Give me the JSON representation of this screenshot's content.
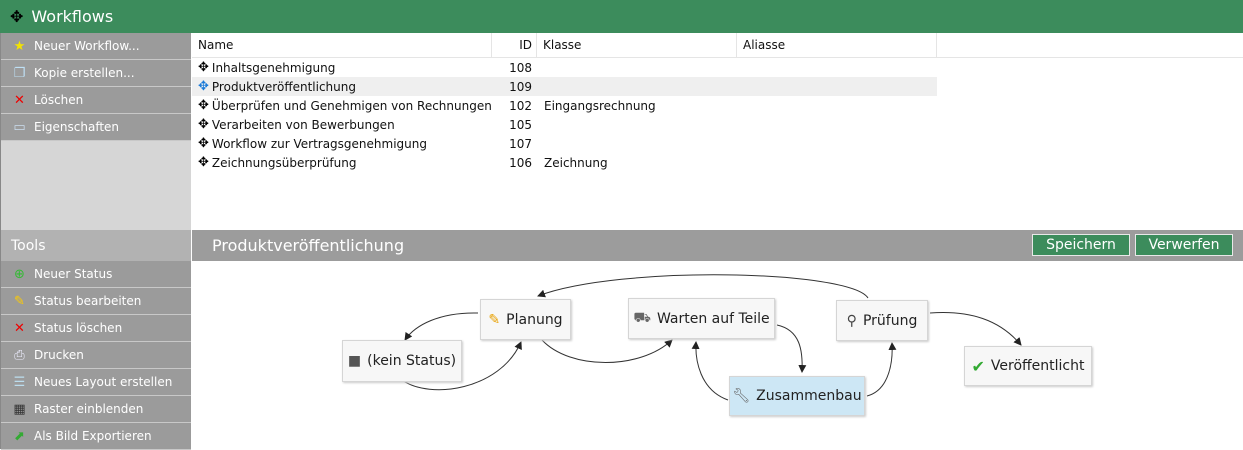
{
  "header": {
    "title": "Workflows"
  },
  "actions": [
    {
      "label": "Neuer Workflow...",
      "icon": "star-icon"
    },
    {
      "label": "Kopie erstellen...",
      "icon": "copy-icon"
    },
    {
      "label": "Löschen",
      "icon": "delete-icon"
    },
    {
      "label": "Eigenschaften",
      "icon": "properties-icon"
    }
  ],
  "list": {
    "columns": [
      "Name",
      "ID",
      "Klasse",
      "Aliasse"
    ],
    "rows": [
      {
        "name": "Inhaltsgenehmigung",
        "id": "108",
        "klasse": ""
      },
      {
        "name": "Produktveröffentlichung",
        "id": "109",
        "klasse": ""
      },
      {
        "name": "Überprüfen und Genehmigen von Rechnungen",
        "id": "102",
        "klasse": "Eingangsrechnung"
      },
      {
        "name": "Verarbeiten von Bewerbungen",
        "id": "105",
        "klasse": ""
      },
      {
        "name": "Workflow zur Vertragsgenehmigung",
        "id": "107",
        "klasse": ""
      },
      {
        "name": "Zeichnungsüberprüfung",
        "id": "106",
        "klasse": "Zeichnung"
      }
    ]
  },
  "tools": {
    "title": "Tools",
    "items": [
      {
        "label": "Neuer Status"
      },
      {
        "label": "Status bearbeiten"
      },
      {
        "label": "Status löschen"
      },
      {
        "label": "Drucken"
      },
      {
        "label": "Neues Layout erstellen"
      },
      {
        "label": "Raster einblenden"
      },
      {
        "label": "Als Bild Exportieren"
      }
    ]
  },
  "editor": {
    "title": "Produktveröffentlichung",
    "save": "Speichern",
    "discard": "Verwerfen",
    "nodes": {
      "kein": "(kein Status)",
      "planung": "Planung",
      "warten": "Warten auf Teile",
      "zusammenbau": "Zusammenbau",
      "pruefung": "Prüfung",
      "veroeff": "Veröffentlicht"
    }
  }
}
